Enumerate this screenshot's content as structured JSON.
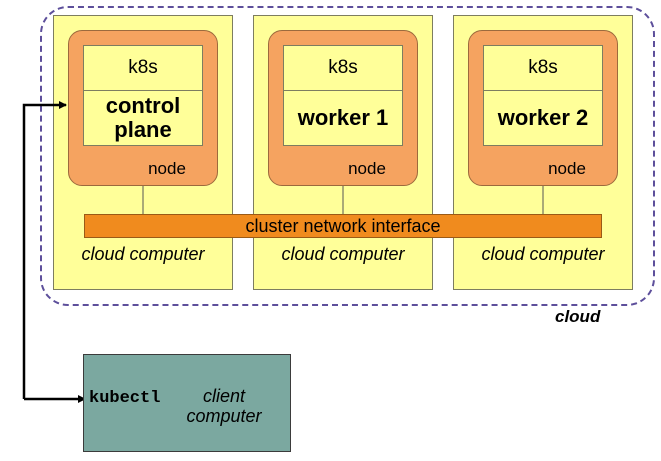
{
  "cloud": {
    "label": "cloud",
    "computers": [
      {
        "computer_label": "cloud computer",
        "node_label": "node",
        "k8s_label": "k8s",
        "role_label": "control plane"
      },
      {
        "computer_label": "cloud computer",
        "node_label": "node",
        "k8s_label": "k8s",
        "role_label": "worker 1"
      },
      {
        "computer_label": "cloud computer",
        "node_label": "node",
        "k8s_label": "k8s",
        "role_label": "worker 2"
      }
    ],
    "network_label": "cluster network interface"
  },
  "client": {
    "tool_label": "kubectl",
    "computer_label": "client computer"
  },
  "colors": {
    "computer_fill": "#ffff99",
    "node_fill": "#f5a360",
    "network_fill": "#f08b1e",
    "client_fill": "#7ba8a0",
    "cloud_border": "#5d4f9b"
  }
}
